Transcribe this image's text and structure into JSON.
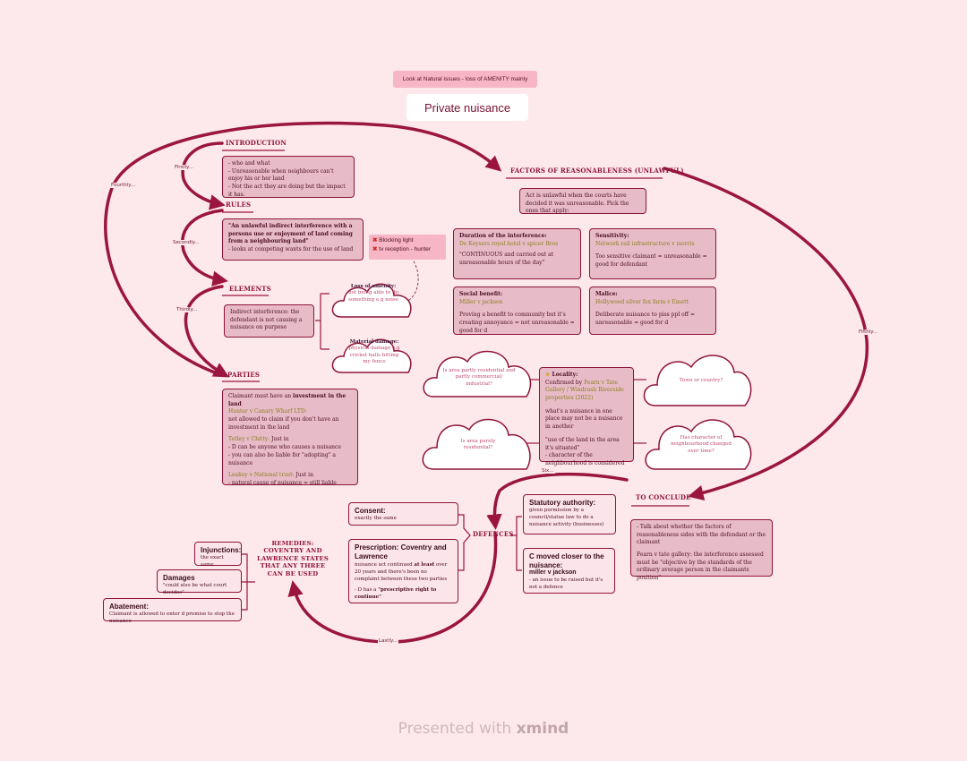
{
  "top_note": "Look at Natural issues - loss of  AMENITY mainly",
  "title": "Private nuisance",
  "branches": {
    "firstly": "Firstly...",
    "secondly": "Secondly...",
    "thirdly": "Thirdly...",
    "fourthly": "Fourthly...",
    "fifthly": "Fifthly...",
    "six": "Six...",
    "lastly": "Lastly..."
  },
  "introduction": {
    "heading": "INTRODUCTION",
    "lines": [
      "- who and what",
      "- Unreasonable when neighbours can't enjoy his or her land",
      "- Not the act they are doing but the impact it has."
    ]
  },
  "rules": {
    "heading": "RULES",
    "quote": "\"An unlawful indirect interference with a persons use or enjoyment of land coming from a neighbouring land\"",
    "line": "- looks at competing wants for the use of land"
  },
  "elements": {
    "heading": "ELEMENTS",
    "indirect": "Indirect interference: the defendant is not causing a nuisance on purpose",
    "amenity_title": "Loss of amenity:",
    "amenity_text": "not being able to do something e.g noise",
    "material_title": "Material damage:",
    "material_text": "physical damage e.g cricket balls hitting my fence",
    "examples": [
      "Blocking light",
      "tv reception - hunter"
    ]
  },
  "parties": {
    "heading": "PARTIES",
    "l1_pre": "Claimant must have an ",
    "l1_bold": "investment in the land",
    "case1": "Hunter v Canary Wharf LTD:",
    "l2": "not allowed to claim if you don't have an investment in the land",
    "case2": "Tetley v Chitty:",
    "case2_after": " Just in",
    "l3": "- D can be anyone who causes a nuisance",
    "l4": "- you can also be liable for \"adopting\" a nuisance",
    "case3": "Leakey v National trust:",
    "case3_after": " Just in",
    "l5": "- natural cause of nuisance = still liable"
  },
  "factors": {
    "heading": "FACTORS OF REASONABLENESS (UNLAWFUL)",
    "intro": "Act is unlawful when the courts have decided it was unreasonable. Pick the ones that apply:",
    "duration_title": "Duration of the interference:",
    "duration_case": "De Keysers royal hotel v spicer Bros",
    "duration_text": "\"CONTINUOUS and carried out at unreasonable hours of the day\"",
    "sensitivity_title": "Sensitivity:",
    "sensitivity_case": "Network rail infrastructure v morris",
    "sensitivity_text": "Too sensitive claimant = unreasonable = good for defendant",
    "social_title": "Social benefit:",
    "social_case": "Miller v jackson",
    "social_text": "Proving a benefit to community but it's creating annoyance = not unreasonable = good for d",
    "malice_title": "Malice:",
    "malice_case": "Hollywood silver fox farm v Emett",
    "malice_text": "Deliberate nuisance to piss ppl off = unreasonable = good for d",
    "locality_title": "Locality:",
    "locality_case_pre": "Confirmed by ",
    "locality_case": "Fearn v Tate Gallery / Windrush Riverside properties (2022)",
    "locality_l1": "what's a nuisance in one place may not be a nuisance in another",
    "locality_l2": "\"use of the land in the area it's situated\"",
    "locality_l3": "- character of the neighbourhood is considered",
    "cloud1": "Is area partly residential and partly commercial/ industrial?",
    "cloud2": "Town or country?",
    "cloud3": "Is area purely residential?",
    "cloud4": "Has character of neighbourhood changed over time?"
  },
  "conclude": {
    "heading": "TO CONCLUDE",
    "l1": "- Talk about whether the factors of reasonableness sides with the defendant or the claimant",
    "l2": "Fearn v tate gallery: the interference assessed must be \"objective by the standards of the ordinary average person in the claimants position\""
  },
  "defences": {
    "heading": "DEFENCES",
    "consent_title": "Consent:",
    "consent_text": "exactly the same",
    "prescription_title": "Prescription: Coventry and Lawrence",
    "prescription_text_pre": "nuisance act continued ",
    "prescription_bold": "at least",
    "prescription_text_post": " over 20 years and there's been no complaint between these two parties",
    "prescription_quote_pre": "- D has a ",
    "prescription_quote": "\"prescriptive right to continue\"",
    "statutory_title": "Statutory authority:",
    "statutory_text": "given permission by a council/statue law to do a nuisance activity (businesses)",
    "moved_title": "C moved closer to the nuisance:",
    "moved_case": "miller v jackson",
    "moved_text": "- an issue to be raised but it's not a defence"
  },
  "remedies": {
    "heading": "REMEDIES: COVENTRY AND LAWRENCE STATES THAT ANY THREE CAN BE USED",
    "injunctions_title": "Injunctions:",
    "injunctions_text": "the exact same",
    "damages_title": "Damages",
    "damages_text": "\"could also be what court decides\"",
    "abatement_title": "Abatement:",
    "abatement_text": "Claimant is allowed to enter d premise to stop the nuisance"
  },
  "footer": {
    "pre": "Presented with ",
    "brand": "xmind"
  },
  "colors": {
    "background": "#fde8ec",
    "accent": "#8e1438",
    "card": "#e7bcc8",
    "pink_note": "#f6b6c6"
  }
}
